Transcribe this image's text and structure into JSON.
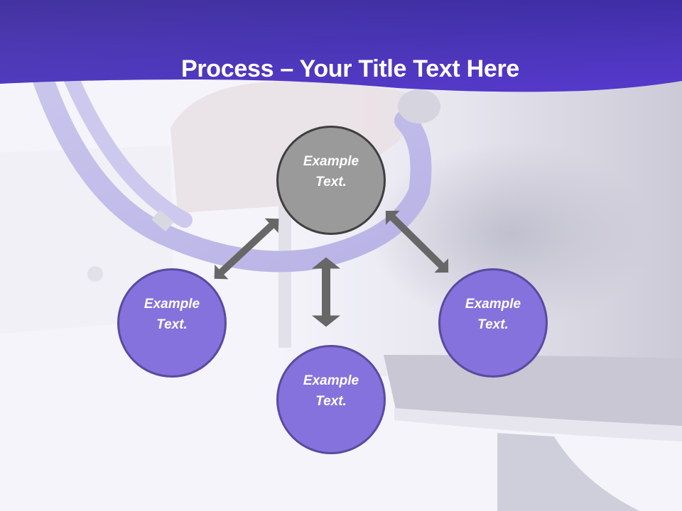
{
  "slide": {
    "title_bold": "Process",
    "title_rest": " – Your Title Text Here",
    "colors": {
      "header_gradient_start": "#5a42c0",
      "header_gradient_end": "#3f26b0",
      "center_node_fill": "#9a9a9a",
      "center_node_border": "#3f3f3f",
      "outer_node_fill": "#8672dc",
      "outer_node_border": "#5a4aa0",
      "arrow": "#676767",
      "background": "#f4f3fa"
    }
  },
  "diagram": {
    "center_node": {
      "line1": "Example",
      "line2": "Text."
    },
    "nodes": [
      {
        "position": "left",
        "line1": "Example",
        "line2": "Text."
      },
      {
        "position": "bottom",
        "line1": "Example",
        "line2": "Text."
      },
      {
        "position": "right",
        "line1": "Example",
        "line2": "Text."
      }
    ],
    "arrows": [
      {
        "from": "center",
        "to": "left",
        "type": "double-headed"
      },
      {
        "from": "center",
        "to": "bottom",
        "type": "double-headed"
      },
      {
        "from": "center",
        "to": "right",
        "type": "double-headed"
      }
    ]
  }
}
